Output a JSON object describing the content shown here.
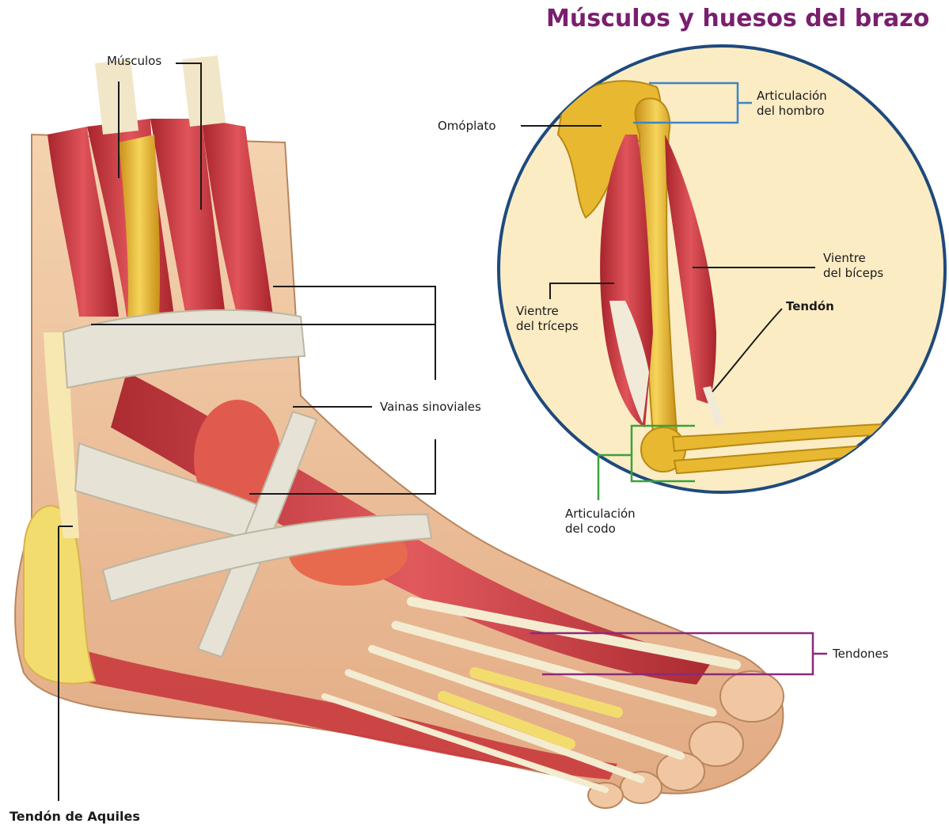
{
  "title": "Músculos y huesos del brazo",
  "colors": {
    "title": "#7a1e6e",
    "circle_border": "#1e4a7c",
    "circle_fill": "#fbecc4",
    "leader_line": "#1a1a1a",
    "shoulder_bracket": "#3a86c8",
    "elbow_bracket": "#3aa23a",
    "tendons_bracket": "#8a2a7a",
    "muscle": "#c8323a",
    "bone": "#e8b830",
    "sheath": "#e6e2d6",
    "skin": "#f0c7a2"
  },
  "foot_labels": {
    "musculos": "Músculos",
    "vainas": "Vainas sinoviales",
    "tendones": "Tendones",
    "aquiles": "Tendón de Aquiles"
  },
  "arm_labels": {
    "omoplato": "Omóplato",
    "hombro_1": "Articulación",
    "hombro_2": "del hombro",
    "biceps_1": "Vientre",
    "biceps_2": "del bíceps",
    "tendon": "Tendón",
    "triceps_1": "Vientre",
    "triceps_2": "del tríceps",
    "codo_1": "Articulación",
    "codo_2": "del codo"
  }
}
